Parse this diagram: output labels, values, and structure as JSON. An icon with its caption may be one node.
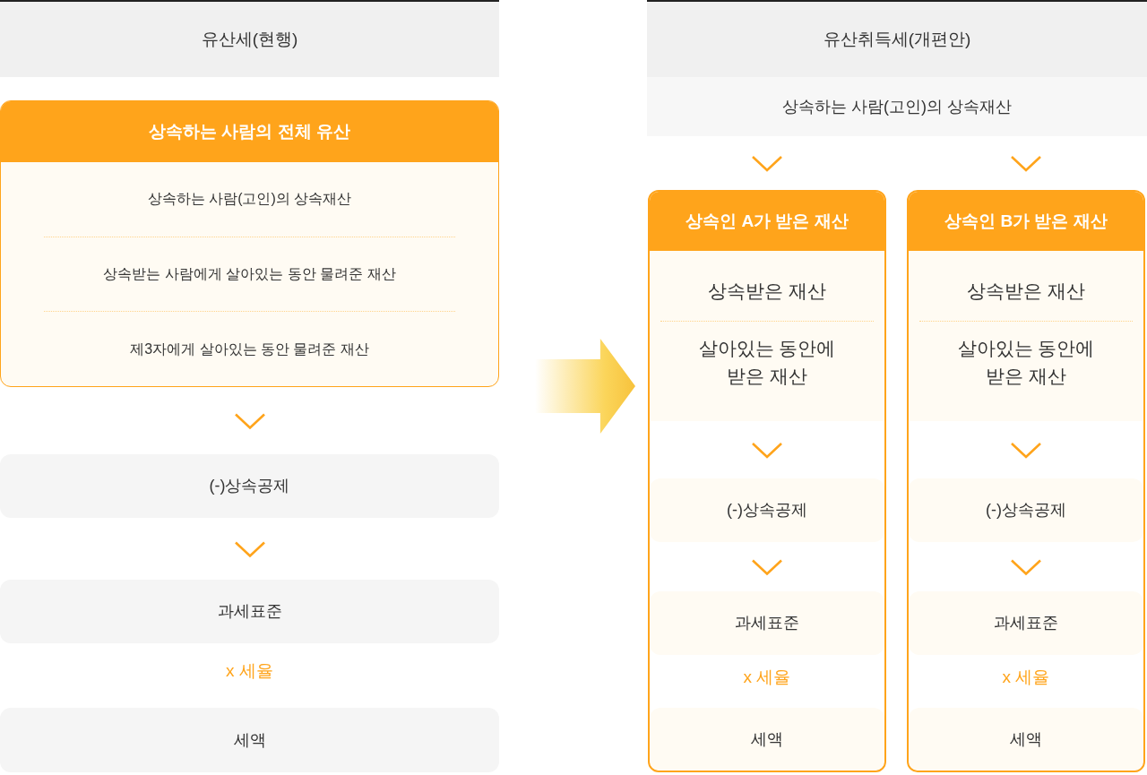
{
  "diagram": {
    "nodes": [
      {
        "text": [
          "유산세(현행)"
        ]
      },
      {
        "text": [
          "상속하는 사람의 전체 유산",
          "상속하는 사람(고인)의 상속재산",
          "상속받는 사람에게 살아있는 동안 물려준 재산",
          "제3자에게 살아있는 동안 물려준 재산"
        ]
      },
      {
        "text": [
          "(-)상속공제"
        ]
      },
      {
        "text": [
          "과세표준"
        ]
      },
      {
        "text": [
          "세액"
        ]
      },
      {
        "text": [
          "유산취득세(개편안)"
        ]
      },
      {
        "text": [
          "상속하는 사람(고인)의 상속재산"
        ]
      },
      {
        "text": [
          "상속인 A가 받은 재산"
        ]
      },
      {
        "text": [
          "상속받은 재산",
          "살아있는 동안에 받은 재산"
        ],
        "in": 7
      },
      {
        "text": [
          "(-)상속공제"
        ],
        "in": 7
      },
      {
        "text": [
          "과세표준"
        ],
        "in": 7
      },
      {
        "text": [
          "세액"
        ],
        "in": 7
      },
      {
        "text": [
          "상속인 B가 받은 재산"
        ]
      },
      {
        "text": [
          "상속받은 재산",
          "살아있는 동안에 받은 재산"
        ],
        "in": 12
      },
      {
        "text": [
          "(-)상속공제"
        ],
        "in": 12
      },
      {
        "text": [
          "과세표준"
        ],
        "in": 12
      },
      {
        "text": [
          "세액"
        ],
        "in": 12
      }
    ],
    "edges": [
      {
        "from": 1,
        "to": 2,
        "arrow": "to"
      },
      {
        "from": 2,
        "to": 3,
        "arrow": "to"
      },
      {
        "from": 1,
        "to": 7,
        "arrow": "to",
        "style": "thick"
      },
      {
        "from": 6,
        "to": 7,
        "arrow": "to"
      },
      {
        "from": 6,
        "to": 12,
        "arrow": "to"
      },
      {
        "from": 8,
        "to": 9,
        "arrow": "to"
      },
      {
        "from": 9,
        "to": 10,
        "arrow": "to"
      },
      {
        "from": 13,
        "to": 14,
        "arrow": "to"
      },
      {
        "from": 14,
        "to": 15,
        "arrow": "to"
      }
    ],
    "labels": [
      "x 세율",
      "x 세율",
      "x 세율"
    ]
  }
}
